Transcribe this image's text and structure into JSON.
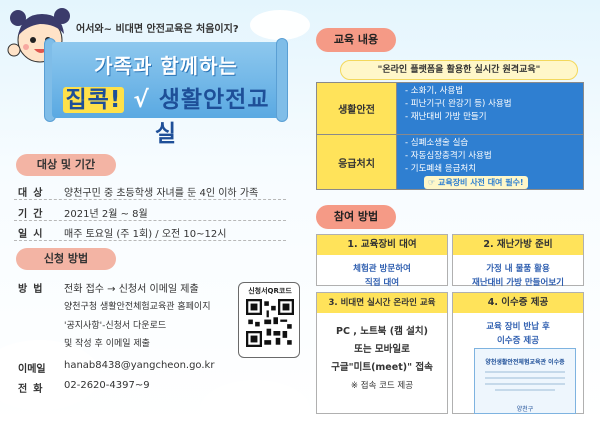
{
  "header": {
    "greeting": "어서와~ 비대면 안전교육은 처음이지?",
    "title_line1": "가족과 함께하는",
    "title_highlight": "집콕!",
    "title_check": "√",
    "title_line2": "생활안전교실"
  },
  "target": {
    "label": "대상 및 기간",
    "rows": [
      {
        "key": "대상",
        "value": "양천구민 중 초등학생 자녀를 둔 4인 이하 가족"
      },
      {
        "key": "기간",
        "value": "2021년 2월 ~ 8월"
      },
      {
        "key": "일시",
        "value": "매주 토요일 (주 1회) / 오전 10~12시"
      }
    ]
  },
  "apply": {
    "label": "신청 방법",
    "method_key": "방법",
    "method_lines": [
      "전화 접수 → 신청서 이메일 제출",
      "양천구청 생활안전체험교육관 홈페이지",
      "'공지사항'-신청서 다운로드",
      "및 작성 후 이메일 제출"
    ],
    "email_key": "이메일",
    "email": "hanab8438@yangcheon.go.kr",
    "phone_key": "전화",
    "phone": "02-2620-4397~9",
    "qr_label": "신청서QR코드"
  },
  "education": {
    "label": "교육 내용",
    "subtitle": "\"온라인 플랫폼을 활용한 실시간 원격교육\"",
    "categories": [
      {
        "name": "생활안전",
        "items": [
          "- 소화기, 사용법",
          "- 피난기구( 완강기 등) 사용법",
          "- 재난대비 가방 만들기"
        ]
      },
      {
        "name": "응급처치",
        "items": [
          "- 심폐소생술 실습",
          "- 자동심장충격기 사용법",
          "- 기도폐쇄 응급처치"
        ]
      }
    ],
    "note": "교육장비 사전 대여 필수!"
  },
  "participate": {
    "label": "참여 방법",
    "steps": [
      {
        "head": "1. 교육장비 대여",
        "lines": [
          "체험관 방문하여",
          "직접 대여"
        ]
      },
      {
        "head": "2. 재난가방 준비",
        "lines": [
          "가정 내 물품 활용",
          "재난대비 가방 만들어보기"
        ]
      },
      {
        "head": "3. 비대면 실시간 온라인 교육",
        "lines": [
          "PC , 노트북 (캠 설치)",
          "또는 모바일로",
          "구글\"미트(meet)\" 접속",
          "※ 접속 코드 제공"
        ]
      },
      {
        "head": "4. 이수증 제공",
        "lines": [
          "교육 장비 반납 후",
          "이수증 제공"
        ]
      }
    ],
    "certificate_title": "양천생활안전체험교육관 이수증",
    "certificate_footer": "양천구"
  }
}
